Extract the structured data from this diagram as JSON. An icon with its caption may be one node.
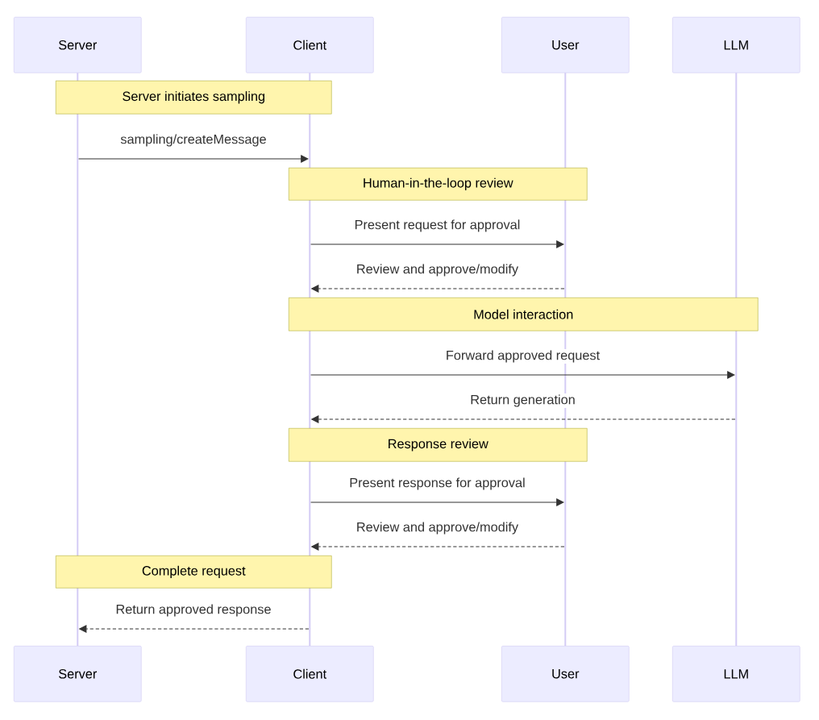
{
  "diagram": {
    "nodes": [
      {
        "text": [
          "Server"
        ]
      },
      {
        "text": [
          "Client"
        ]
      },
      {
        "text": [
          "User"
        ]
      },
      {
        "text": [
          "LLM"
        ]
      },
      {
        "text": [],
        "shape": "bar"
      },
      {
        "text": [],
        "shape": "bar"
      },
      {
        "text": [],
        "shape": "bar"
      },
      {
        "text": [],
        "shape": "bar"
      },
      {
        "text": [
          "Server initiates sampling"
        ]
      },
      {
        "text": [
          "Human-in-the-loop review"
        ]
      },
      {
        "text": [
          "Model interaction"
        ]
      },
      {
        "text": [
          "Response review"
        ]
      },
      {
        "text": [
          "Complete request"
        ]
      },
      {
        "text": [
          "Server"
        ]
      },
      {
        "text": [
          "Client"
        ]
      },
      {
        "text": [
          "User"
        ]
      },
      {
        "text": [
          "LLM"
        ]
      }
    ],
    "edges": [
      {
        "from": 4,
        "to": 5,
        "arrow": "to",
        "label": "sampling/createMessage"
      },
      {
        "from": 5,
        "to": 6,
        "arrow": "to",
        "label": "Present request for approval"
      },
      {
        "from": 6,
        "to": 5,
        "arrow": "to",
        "style": "dashed",
        "label": "Review and approve/modify"
      },
      {
        "from": 5,
        "to": 7,
        "arrow": "to",
        "label": "Forward approved request"
      },
      {
        "from": 7,
        "to": 5,
        "arrow": "to",
        "style": "dashed",
        "label": "Return generation"
      },
      {
        "from": 5,
        "to": 6,
        "arrow": "to",
        "label": "Present response for approval"
      },
      {
        "from": 6,
        "to": 5,
        "arrow": "to",
        "style": "dashed",
        "label": "Review and approve/modify"
      },
      {
        "from": 5,
        "to": 4,
        "arrow": "to",
        "style": "dashed",
        "label": "Return approved response"
      }
    ]
  }
}
